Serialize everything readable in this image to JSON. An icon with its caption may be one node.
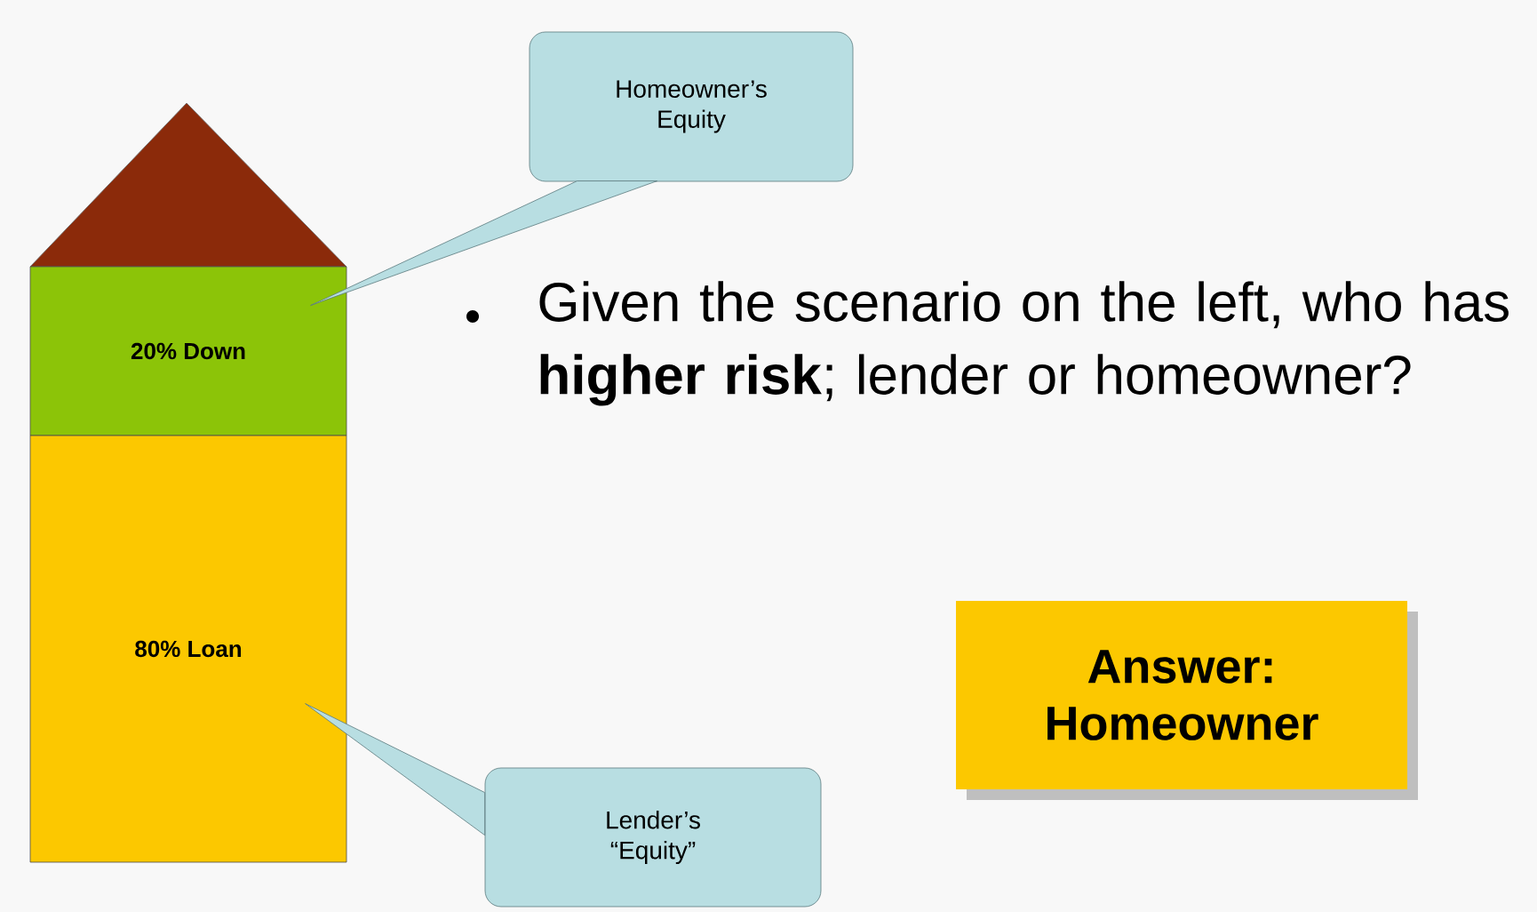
{
  "diagram": {
    "nodes": [
      {
        "text": [
          "20% Down"
        ]
      },
      {
        "text": [
          "80% Loan"
        ]
      },
      {
        "text": [
          "Homeowner’s Equity"
        ]
      },
      {
        "text": [
          "Lender’s “Equity”"
        ]
      },
      {
        "text": [
          "Answer: Homeowner"
        ]
      }
    ],
    "edges": [
      {
        "from": 2,
        "to": 0,
        "arrow": "none"
      },
      {
        "from": 3,
        "to": 1,
        "arrow": "none"
      }
    ],
    "labels": [
      "Given the scenario on the left, who has **higher risk**; lender or homeowner?"
    ]
  }
}
